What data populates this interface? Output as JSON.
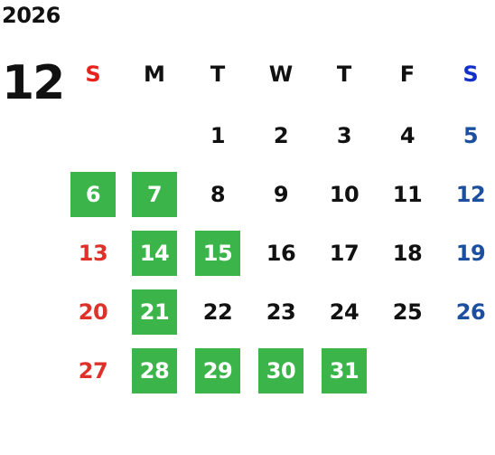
{
  "calendar": {
    "year": "2026",
    "month": "12",
    "weekdays": [
      {
        "label": "S",
        "color": "#e8211c"
      },
      {
        "label": "M",
        "color": "#111111"
      },
      {
        "label": "T",
        "color": "#111111"
      },
      {
        "label": "W",
        "color": "#111111"
      },
      {
        "label": "T",
        "color": "#111111"
      },
      {
        "label": "F",
        "color": "#111111"
      },
      {
        "label": "S",
        "color": "#1330c8"
      }
    ],
    "first_weekday_index": 2,
    "highlighted_days": [
      "6",
      "7",
      "14",
      "15",
      "21",
      "28",
      "29",
      "30",
      "31"
    ],
    "days": [
      "1",
      "2",
      "3",
      "4",
      "5",
      "6",
      "7",
      "8",
      "9",
      "10",
      "11",
      "12",
      "13",
      "14",
      "15",
      "16",
      "17",
      "18",
      "19",
      "20",
      "21",
      "22",
      "23",
      "24",
      "25",
      "26",
      "27",
      "28",
      "29",
      "30",
      "31"
    ]
  },
  "colors": {
    "sunday": "#e0302a",
    "saturday": "#1d4fa0",
    "weekday": "#111111",
    "highlight_bg": "#3bb54a",
    "highlight_text": "#ffffff"
  }
}
